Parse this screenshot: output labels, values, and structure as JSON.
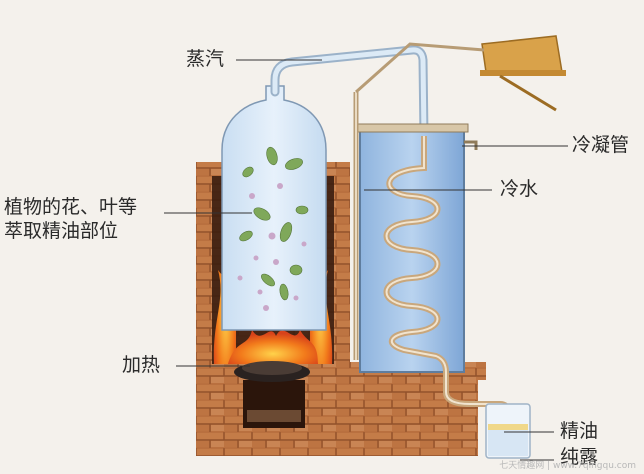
{
  "diagram": {
    "labels": {
      "steam": "蒸汽",
      "condenser": "冷凝管",
      "plants_line1": "植物的花、叶等",
      "plants_line2": "萃取精油部位",
      "cold_water": "冷水",
      "heating": "加热",
      "essential_oil": "精油",
      "hydrosol": "纯露"
    },
    "watermark": "七天情趣网 | www.7qingqu.com"
  }
}
